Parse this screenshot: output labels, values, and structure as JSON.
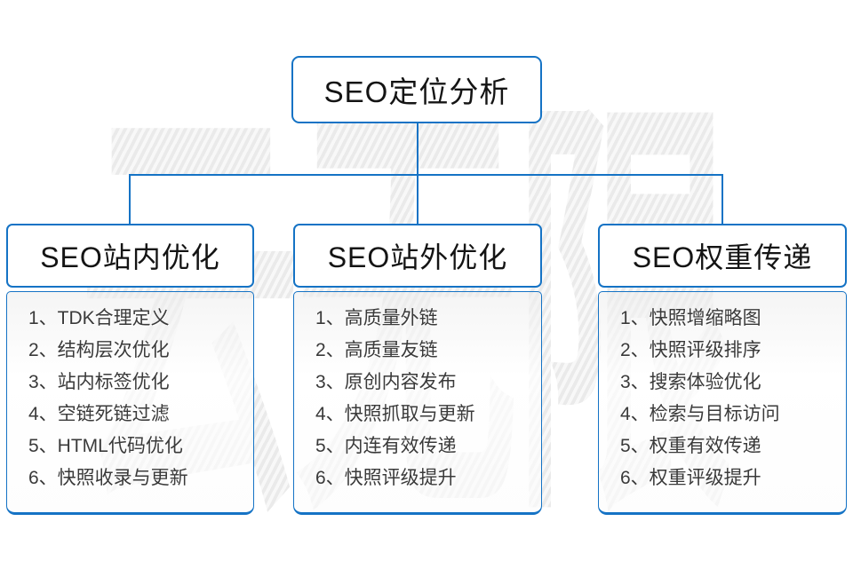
{
  "colors": {
    "accent": "#1573c5"
  },
  "watermark": {
    "text": "云无限"
  },
  "root": {
    "title": "SEO定位分析"
  },
  "columns": [
    {
      "title": "SEO站内优化",
      "items": [
        "1、TDK合理定义",
        "2、结构层次优化",
        "3、站内标签优化",
        "4、空链死链过滤",
        "5、HTML代码优化",
        "6、快照收录与更新"
      ]
    },
    {
      "title": "SEO站外优化",
      "items": [
        "1、高质量外链",
        "2、高质量友链",
        "3、原创内容发布",
        "4、快照抓取与更新",
        "5、内连有效传递",
        "6、快照评级提升"
      ]
    },
    {
      "title": "SEO权重传递",
      "items": [
        "1、快照增缩略图",
        "2、快照评级排序",
        "3、搜索体验优化",
        "4、检索与目标访问",
        "5、权重有效传递",
        "6、权重评级提升"
      ]
    }
  ]
}
